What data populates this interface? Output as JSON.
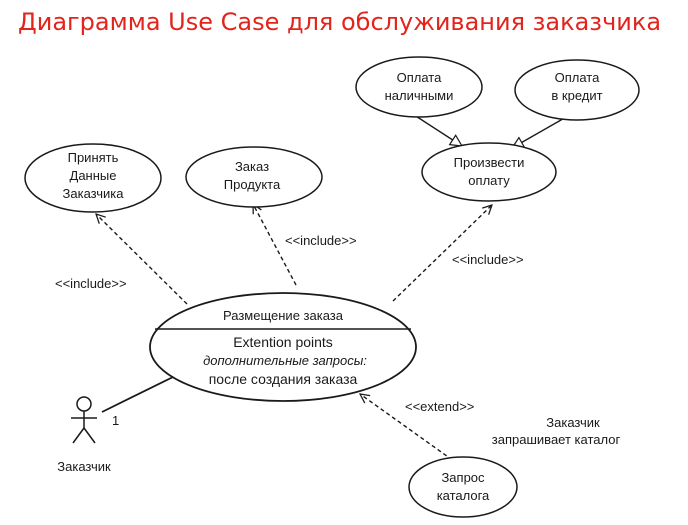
{
  "title": "Диаграмма Use Case для обслуживания заказчика",
  "use_cases": {
    "accept_data": [
      "Принять",
      "Данные",
      "Заказчика"
    ],
    "order_product": [
      "Заказ",
      "Продукта"
    ],
    "cash_payment": [
      "Оплата",
      "наличными"
    ],
    "credit_payment": [
      "Оплата",
      "в кредит"
    ],
    "make_payment": [
      "Произвести",
      "оплату"
    ],
    "request_catalog": [
      "Запрос",
      "каталога"
    ]
  },
  "main_use_case": {
    "name": "Размещение заказа",
    "ext_header": "Extention points",
    "ext_point": "дополнительные запросы:",
    "ext_condition": "после создания заказа"
  },
  "relations": {
    "include_left": "<<include>>",
    "include_mid": "<<include>>",
    "include_right": "<<include>>",
    "extend": "<<extend>>"
  },
  "extend_note": [
    "Заказчик",
    "запрашивает каталог"
  ],
  "actor": {
    "name": "Заказчик",
    "multiplicity": "1"
  }
}
